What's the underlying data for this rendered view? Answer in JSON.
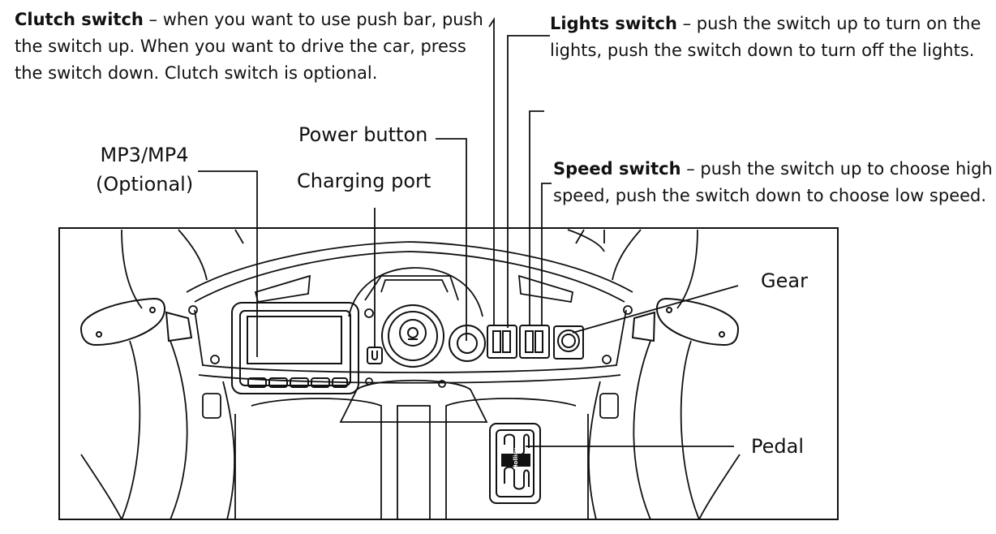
{
  "clutch": {
    "title": "Clutch switch",
    "line1": " – when you want to use push bar, push",
    "line2": "the switch up. When you want to drive the car, press",
    "line3": "the switch down. Clutch switch is optional."
  },
  "lights": {
    "title": "Lights switch",
    "line1": " – push the switch up to turn on the",
    "line2": "lights, push the switch down to turn off the lights."
  },
  "speed": {
    "title": "Speed switch",
    "line1": " – push the switch up to choose high",
    "line2": "speed, push the switch down to choose low speed."
  },
  "labels": {
    "mp3_line1": "MP3/MP4",
    "mp3_line2": "(Optional)",
    "power": "Power button",
    "charging": "Charging port",
    "gear": "Gear",
    "pedal": "Pedal"
  },
  "pedal_brand": "Hollicy"
}
